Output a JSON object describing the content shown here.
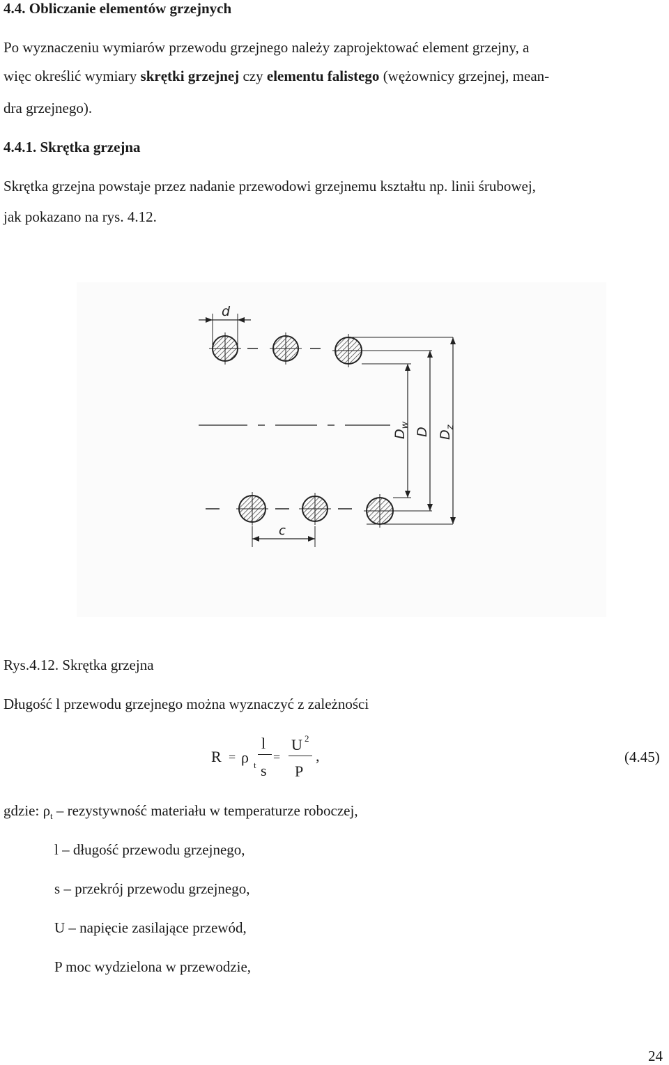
{
  "section": {
    "number": "4.4.",
    "title": "Obliczanie elementów grzejnych"
  },
  "intro": {
    "line1": "Po wyznaczeniu wymiarów przewodu grzejnego należy zaprojektować element grzejny, a",
    "line2_pre": "więc określić wymiary ",
    "line2_b1": "skrętki grzejnej",
    "line2_mid": " czy ",
    "line2_b2": "elementu falistego",
    "line2_post": " (wężownicy grzejnej, mean-",
    "line3": "dra grzejnego)."
  },
  "subsection": {
    "number": "4.4.1.",
    "title": "Skrętka grzejna"
  },
  "sub_text": {
    "line1": "Skrętka grzejna powstaje przez nadanie przewodowi grzejnemu kształtu np. linii śrubowej,",
    "line2": "jak pokazano na rys. 4.12."
  },
  "figure": {
    "labels": {
      "d": "d",
      "c": "c",
      "Dw": "D",
      "Dw_sub": "w",
      "D": "D",
      "Dz": "D",
      "Dz_sub": "z"
    },
    "caption": "Rys.4.12. Skrętka grzejna"
  },
  "length_text": "Długość l przewodu grzejnego można wyznaczyć z zależności",
  "formula": {
    "lhs": "R",
    "eq1": "=",
    "rho": "ρ",
    "rho_sub": "t",
    "num1": "l",
    "den1": "s",
    "eq2": "=",
    "num2": "U",
    "num2_sup": "2",
    "den2": "P",
    "comma": ",",
    "number": "(4.45)"
  },
  "legend": {
    "intro": "gdzie: ",
    "items": [
      {
        "sym": "ρ",
        "sub": "t",
        "desc": " – rezystywność materiału w temperaturze roboczej,"
      },
      {
        "sym": "l",
        "desc": " – długość przewodu grzejnego,"
      },
      {
        "sym": "s",
        "desc": " – przekrój przewodu grzejnego,"
      },
      {
        "sym": "U",
        "desc": " – napięcie zasilające przewód,"
      },
      {
        "sym": "P",
        "desc": " moc wydzielona w przewodzie,"
      }
    ]
  },
  "page_number": "24"
}
